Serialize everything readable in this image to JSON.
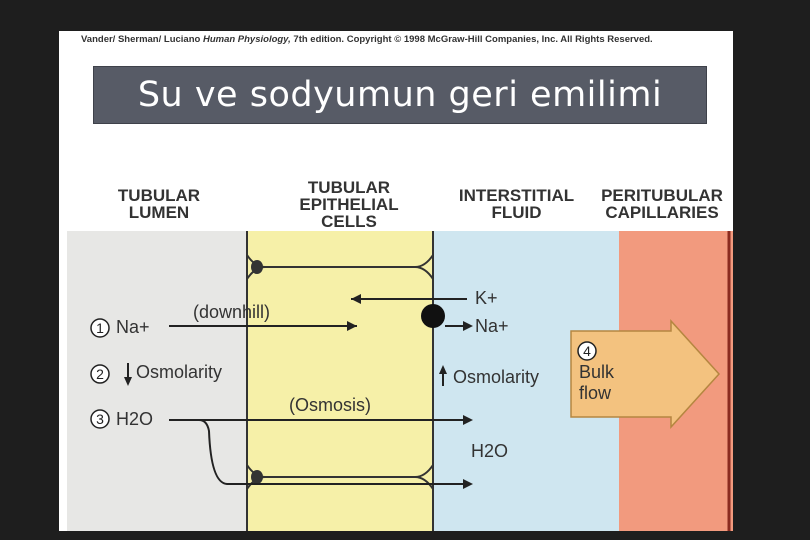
{
  "copyright": {
    "prefix": "Vander/ Sherman/ Luciano ",
    "book": "Human Physiology,",
    "suffix": " 7th edition. Copyright © 1998 McGraw-Hill Companies, Inc. All Rights Reserved."
  },
  "title": "Su ve sodyumun geri emilimi",
  "headers": {
    "lumen": [
      "TUBULAR",
      "LUMEN"
    ],
    "epithelial": [
      "TUBULAR",
      "EPITHELIAL",
      "CELLS"
    ],
    "interstitial": [
      "INTERSTITIAL",
      "FLUID"
    ],
    "capillaries": [
      "PERITUBULAR",
      "CAPILLARIES"
    ]
  },
  "steps": {
    "one": {
      "num": "1",
      "text": "Na+"
    },
    "two": {
      "num": "2",
      "text": "Osmolarity"
    },
    "three": {
      "num": "3",
      "text": "H2O"
    },
    "four": {
      "num": "4"
    }
  },
  "labels": {
    "downhill": "(downhill)",
    "osmosis": "(Osmosis)",
    "k": "K+",
    "na_right": "Na+",
    "osmolarity_up": "Osmolarity",
    "bulk": "Bulk",
    "flow": "flow",
    "h2o_bottom": "H2O"
  },
  "colors": {
    "lumen": "#e7e7e5",
    "cells": "#f6f0a8",
    "interstitial": "#cfe6f0",
    "capillaries": "#f29a7e",
    "bulk_arrow": "#f3c27f"
  }
}
